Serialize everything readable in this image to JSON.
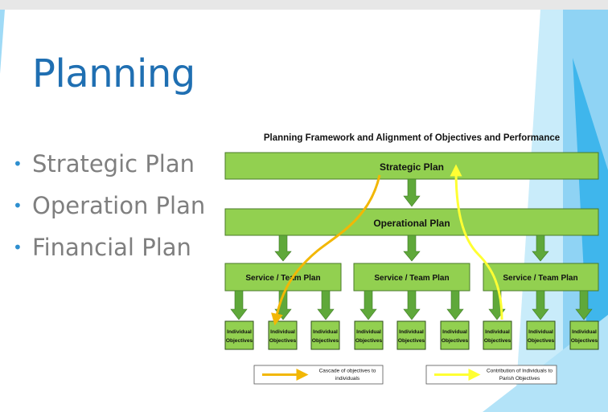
{
  "slide": {
    "title": "Planning",
    "bullets": [
      "Strategic Plan",
      "Operation Plan",
      "Financial Plan"
    ]
  },
  "diagram": {
    "title": "Planning Framework and Alignment of Objectives and Performance",
    "strategic_plan": "Strategic Plan",
    "operational_plan": "Operational Plan",
    "service_plans": [
      "Service / Team Plan",
      "Service / Team Plan",
      "Service / Team Plan"
    ],
    "individual_line1": "Individual",
    "individual_line2": "Objectives",
    "individual_count": 9,
    "legend": [
      {
        "line1": "Cascade of objectives to",
        "line2": "individuals"
      },
      {
        "line1": "Contribution of Individuals to",
        "line2": "Parish Objectives"
      }
    ],
    "colors": {
      "box_fill": "#92d050",
      "box_stroke": "#4a7a2a",
      "arrow_green": "#5fa83a",
      "cascade_arrow": "#f2b705",
      "contribution_arrow": "#ffff33",
      "title_blue": "#1f6fb2",
      "bullet_gray": "#7f7f7f",
      "accent_blue": "#39b3e8"
    }
  }
}
